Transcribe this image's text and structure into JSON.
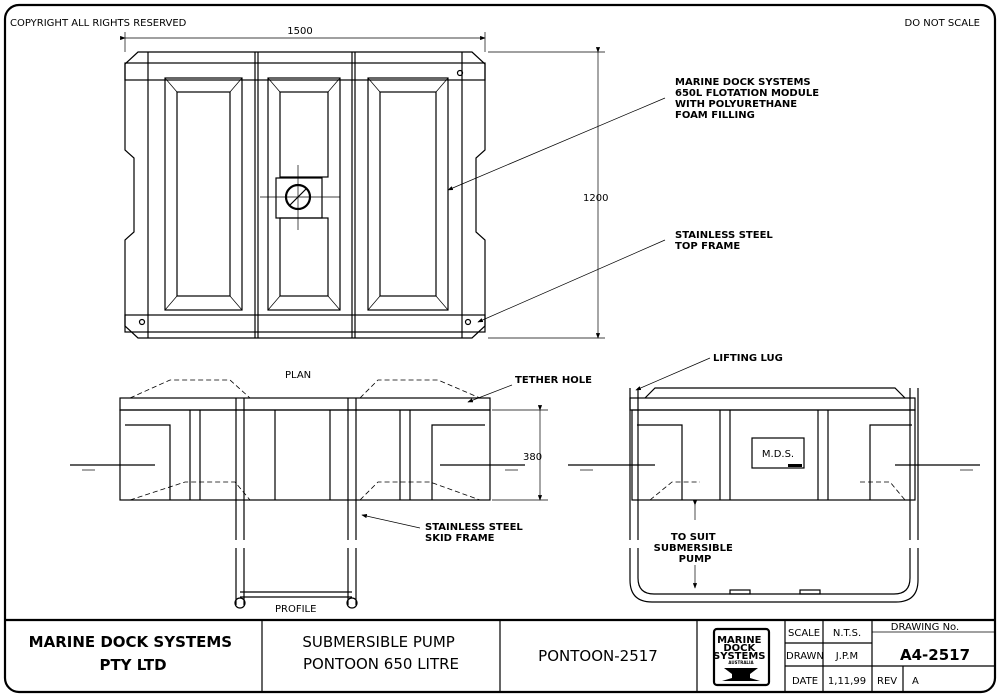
{
  "header": {
    "copyright": "COPYRIGHT ALL RIGHTS RESERVED",
    "scale_note": "DO NOT SCALE"
  },
  "plan": {
    "label": "PLAN",
    "width_dim": "1500",
    "height_dim": "1200",
    "callout_module": [
      "MARINE DOCK SYSTEMS",
      "650L FLOTATION MODULE",
      "WITH POLYURETHANE",
      "FOAM FILLING"
    ],
    "callout_frame": [
      "STAINLESS STEEL",
      "TOP FRAME"
    ]
  },
  "profile": {
    "label": "PROFILE",
    "tether": "TETHER HOLE",
    "depth_dim": "380",
    "callout_skid": [
      "STAINLESS STEEL",
      "SKID FRAME"
    ]
  },
  "side": {
    "lifting_lug": "LIFTING LUG",
    "badge": "M.D.S.",
    "pump_note": [
      "TO SUIT",
      "SUBMERSIBLE",
      "PUMP"
    ]
  },
  "title_block": {
    "company": [
      "MARINE DOCK SYSTEMS",
      "PTY LTD"
    ],
    "title": [
      "SUBMERSIBLE PUMP",
      "PONTOON 650 LITRE"
    ],
    "product": "PONTOON-2517",
    "logo_text": [
      "MARINE",
      "DOCK",
      "SYSTEMS",
      "AUSTRALIA"
    ],
    "scale_label": "SCALE",
    "scale_value": "N.T.S.",
    "drawn_label": "DRAWN",
    "drawn_value": "J.P.M",
    "date_label": "DATE",
    "date_value": "1,11,99",
    "rev_label": "REV",
    "rev_value": "A",
    "drawing_no_label": "DRAWING No.",
    "drawing_no": "A4-2517"
  }
}
